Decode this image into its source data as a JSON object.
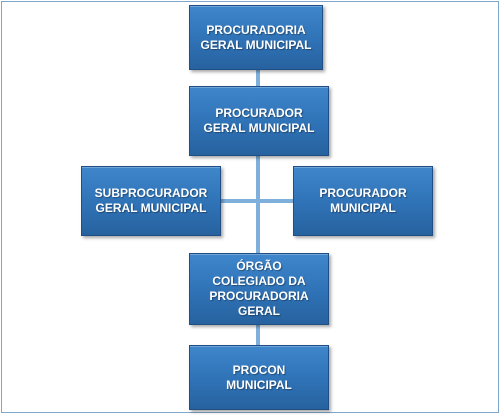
{
  "org_chart": {
    "nodes": [
      {
        "id": "procuradoria",
        "lines": [
          "PROCURADORIA",
          "GERAL MUNICIPAL"
        ]
      },
      {
        "id": "procurador-geral",
        "lines": [
          "PROCURADOR",
          "GERAL MUNICIPAL"
        ]
      },
      {
        "id": "subprocurador",
        "lines": [
          "SUBPROCURADOR",
          "GERAL MUNICIPAL"
        ]
      },
      {
        "id": "procurador-municipal",
        "lines": [
          "PROCURADOR",
          "MUNICIPAL"
        ]
      },
      {
        "id": "orgao-colegiado",
        "lines": [
          "ÓRGÃO",
          "COLEGIADO DA",
          "PROCURADORIA",
          "GERAL"
        ]
      },
      {
        "id": "procon",
        "lines": [
          "PROCON",
          "MUNICIPAL"
        ]
      }
    ]
  },
  "colors": {
    "box_fill": "#2f72b6",
    "box_border": "#1f4f84",
    "connector": "#7fb0dc",
    "frame_border": "#7fa7cc",
    "text": "#ffffff"
  }
}
